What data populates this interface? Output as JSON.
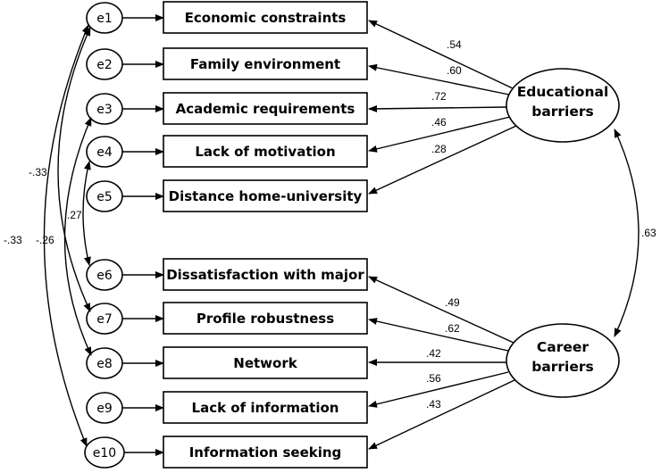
{
  "errors": [
    "e1",
    "e2",
    "e3",
    "e4",
    "e5",
    "e6",
    "e7",
    "e8",
    "e9",
    "e10"
  ],
  "indicators": [
    "Economic constraints",
    "Family environment",
    "Academic requirements",
    "Lack of motivation",
    "Distance home-university",
    "Dissatisfaction with major",
    "Profile robustness",
    "Network",
    "Lack of information",
    "Information seeking"
  ],
  "latents": {
    "educational": {
      "line1": "Educational",
      "line2": "barriers"
    },
    "career": {
      "line1": "Career",
      "line2": "barriers"
    }
  },
  "loadings": {
    "educational": [
      ".54",
      ".60",
      ".72",
      ".46",
      ".28"
    ],
    "career": [
      ".49",
      ".62",
      ".42",
      ".56",
      ".43"
    ]
  },
  "latent_correlation": ".63",
  "error_covariances": [
    {
      "from": "e1",
      "to": "e7",
      "value": "-.33"
    },
    {
      "from": "e1",
      "to": "e10",
      "value": "-.33"
    },
    {
      "from": "e3",
      "to": "e8",
      "value": "-.26"
    },
    {
      "from": "e4",
      "to": "e6",
      "value": ".27"
    }
  ]
}
